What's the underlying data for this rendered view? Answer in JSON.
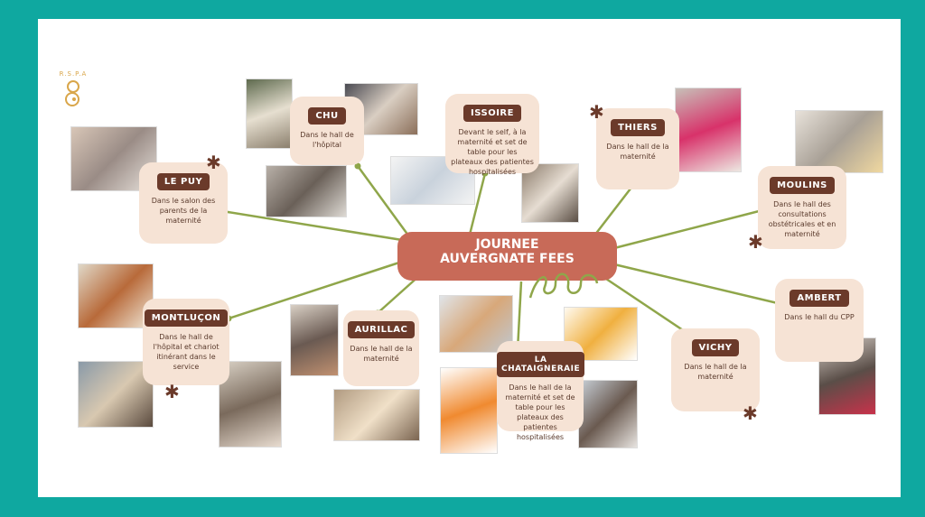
{
  "logo": {
    "text": "R.S.P.A"
  },
  "center": {
    "line1": "JOURNEE",
    "line2": "AUVERGNATE FEES"
  },
  "nodes": [
    {
      "tag": "LE PUY",
      "desc": "Dans le salon des parents de la maternité"
    },
    {
      "tag": "CHU",
      "desc": "Dans le hall de l'hôpital"
    },
    {
      "tag": "ISSOIRE",
      "desc": "Devant le self, à la maternité et set de table pour les plateaux des patientes hospitalisées"
    },
    {
      "tag": "THIERS",
      "desc": "Dans le hall de la maternité"
    },
    {
      "tag": "MOULINS",
      "desc": "Dans le hall des consultations obstétricales et en maternité"
    },
    {
      "tag": "AMBERT",
      "desc": "Dans le hall du CPP"
    },
    {
      "tag": "VICHY",
      "desc": "Dans le hall de la maternité"
    },
    {
      "tag": "LA CHATAIGNERAIE",
      "desc": "Dans le hall de la maternité et set de table pour les plateaux des patientes hospitalisées"
    },
    {
      "tag": "AURILLAC",
      "desc": "Dans le hall de la maternité"
    },
    {
      "tag": "MONTLUÇON",
      "desc": "Dans le hall de l'hôpital et chariot itinérant dans le service"
    }
  ],
  "colors": {
    "frame": "#0fa8a0",
    "node_bg": "#f6e3d5",
    "tag_bg": "#6b3a2a",
    "center_bg": "#c86a58",
    "link": "#8fa64a"
  }
}
